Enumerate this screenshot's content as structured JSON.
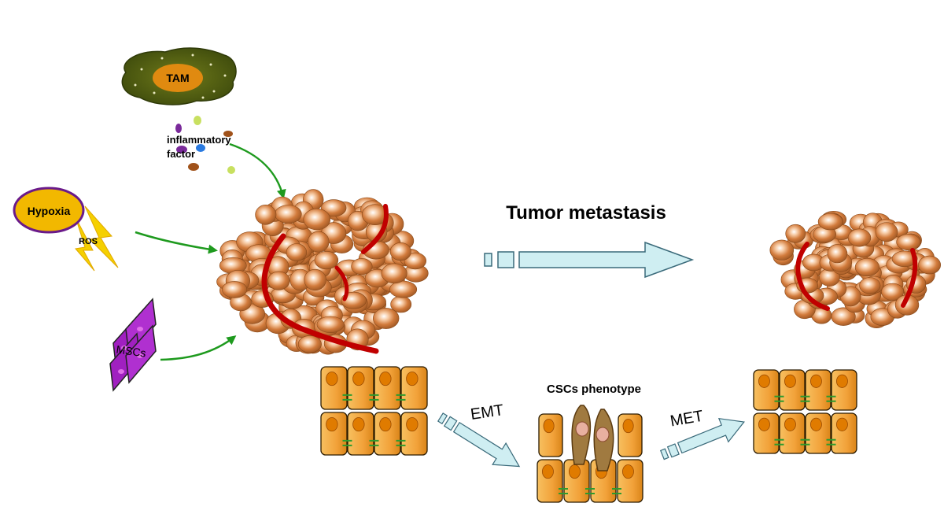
{
  "labels": {
    "tam": "TAM",
    "inflammatory_factor_line1": "inflammatory",
    "inflammatory_factor_line2": "factor",
    "hypoxia": "Hypoxia",
    "ros": "ROS",
    "mscs": "MSCs",
    "tumor_metastasis": "Tumor metastasis",
    "emt": "EMT",
    "met": "MET",
    "cscs_phenotype": "CSCs phenotype"
  },
  "colors": {
    "tumor_cell": "#c9763a",
    "tumor_highlight": "#fff2e6",
    "vessel": "#c00000",
    "epithelial_cell": "#f2a23a",
    "nucleus": "#e07b00",
    "junction": "#2e9a2e",
    "green_arrow": "#1e9a1e",
    "block_arrow": "#cfeef2",
    "hypoxia_fill": "#f2b800",
    "hypoxia_stroke": "#6a1a8a",
    "msc_fill": "#a020c0",
    "tam_fill": "#4a5a12",
    "tam_core": "#e08a10"
  }
}
